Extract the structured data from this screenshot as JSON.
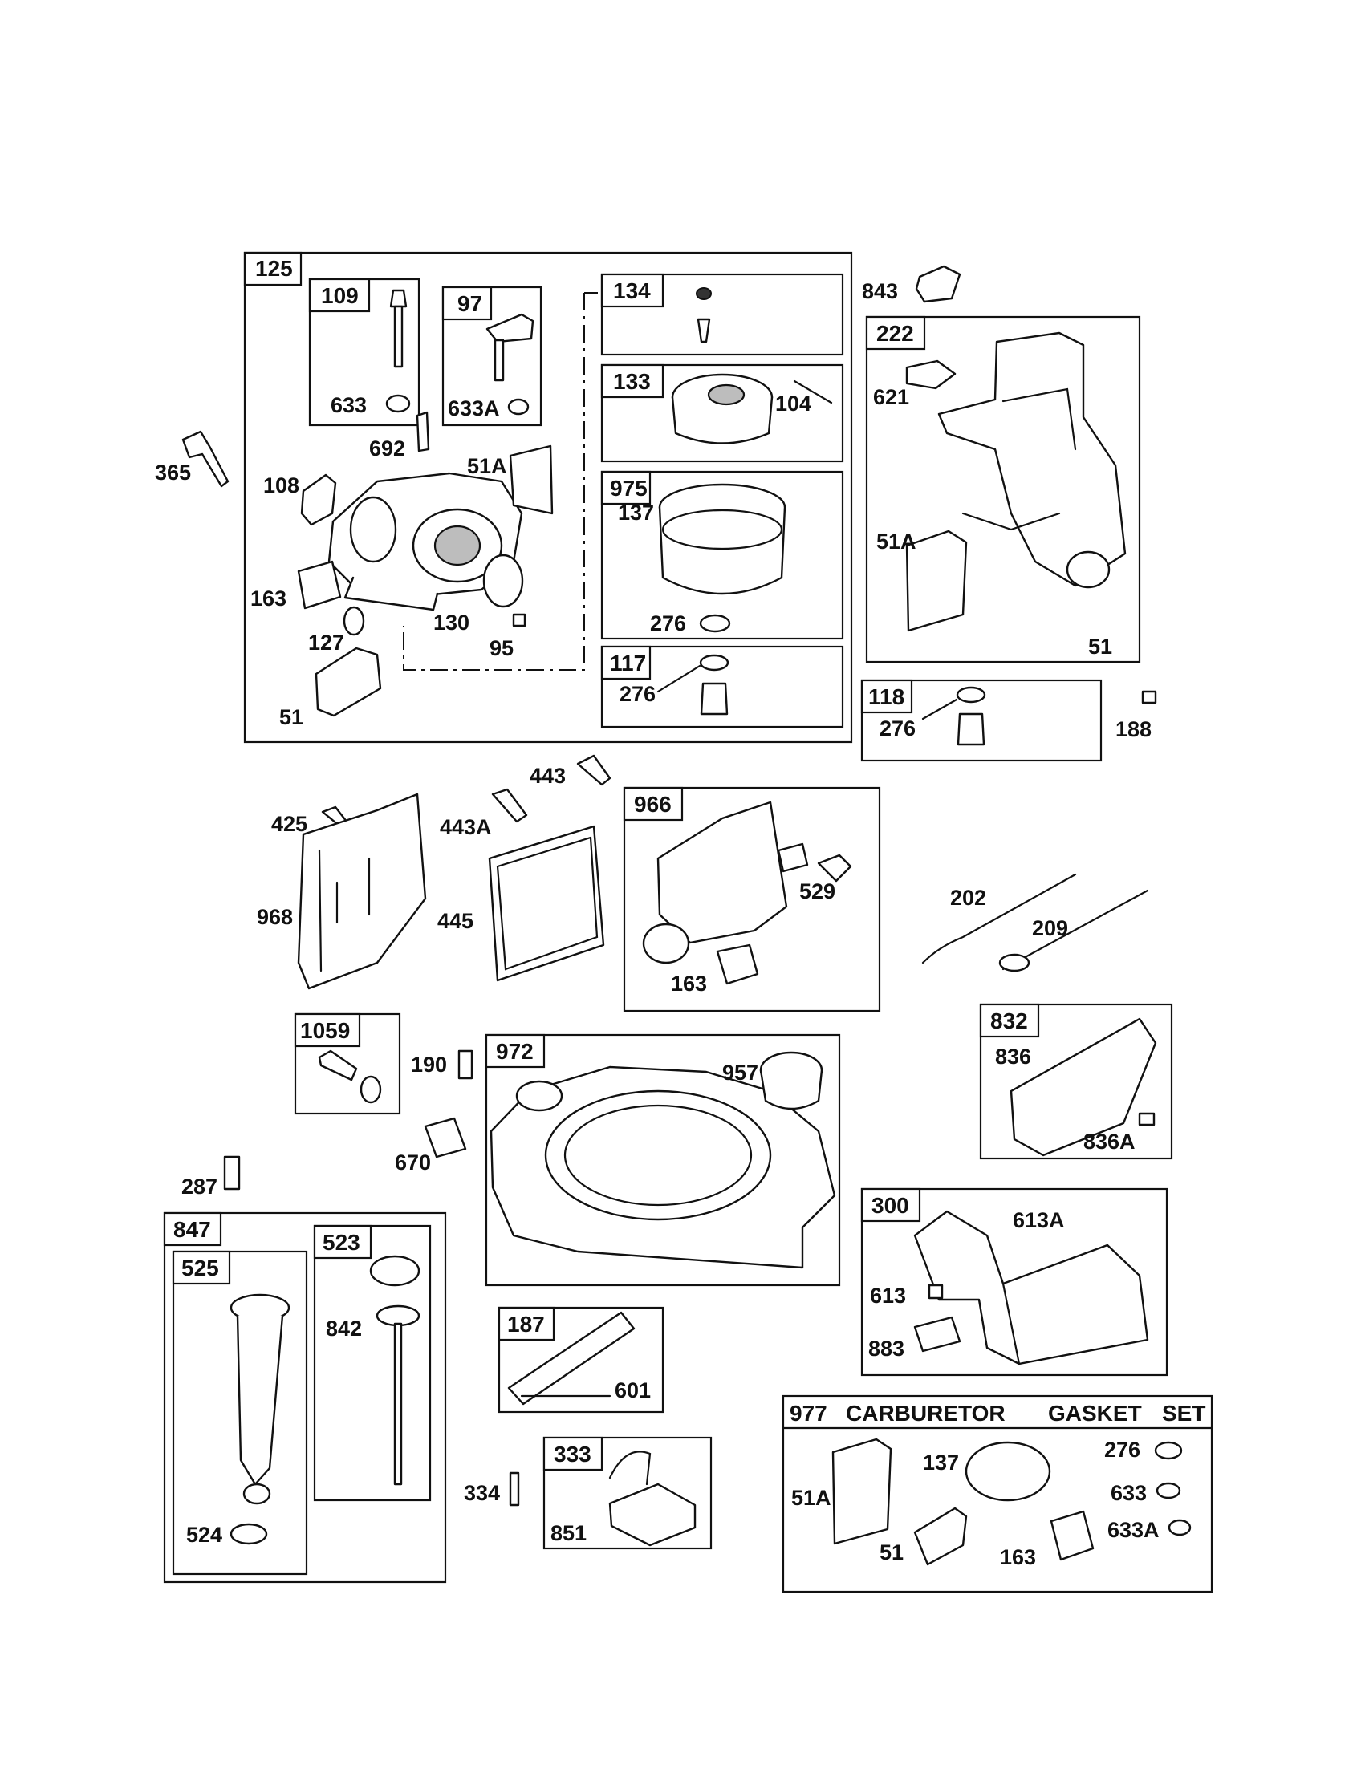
{
  "diagram": {
    "boxes": {
      "b125": "125",
      "b109": "109",
      "b97": "97",
      "b134": "134",
      "b133": "133",
      "b975": "975",
      "b117": "117",
      "b222": "222",
      "b118": "118",
      "b966": "966",
      "b1059": "1059",
      "b972": "972",
      "b832": "832",
      "b300": "300",
      "b847": "847",
      "b525": "525",
      "b523": "523",
      "b187": "187",
      "b333": "333"
    },
    "gasket_set": {
      "number": "977",
      "w1": "CARBURETOR",
      "w2": "GASKET",
      "w3": "SET"
    },
    "labels": {
      "l633": "633",
      "l633a": "633A",
      "l692": "692",
      "l51a": "51A",
      "l104": "104",
      "l137": "137",
      "l276a": "276",
      "l276b": "276",
      "l843": "843",
      "l621": "621",
      "l51a2": "51A",
      "l51b": "51",
      "l365": "365",
      "l108": "108",
      "l163": "163",
      "l127": "127",
      "l130": "130",
      "l95": "95",
      "l51c": "51",
      "l276c": "276",
      "l188": "188",
      "l443": "443",
      "l425": "425",
      "l443a": "443A",
      "l529": "529",
      "l968": "968",
      "l445": "445",
      "l163b": "163",
      "l202": "202",
      "l209": "209",
      "l836": "836",
      "l836a": "836A",
      "l190": "190",
      "l957": "957",
      "l670": "670",
      "l287": "287",
      "l613a": "613A",
      "l613": "613",
      "l883": "883",
      "l842": "842",
      "l601": "601",
      "l334": "334",
      "l851": "851",
      "l524": "524",
      "g137": "137",
      "g276": "276",
      "g633": "633",
      "g51a": "51A",
      "g633a": "633A",
      "g51": "51",
      "g163": "163"
    }
  }
}
